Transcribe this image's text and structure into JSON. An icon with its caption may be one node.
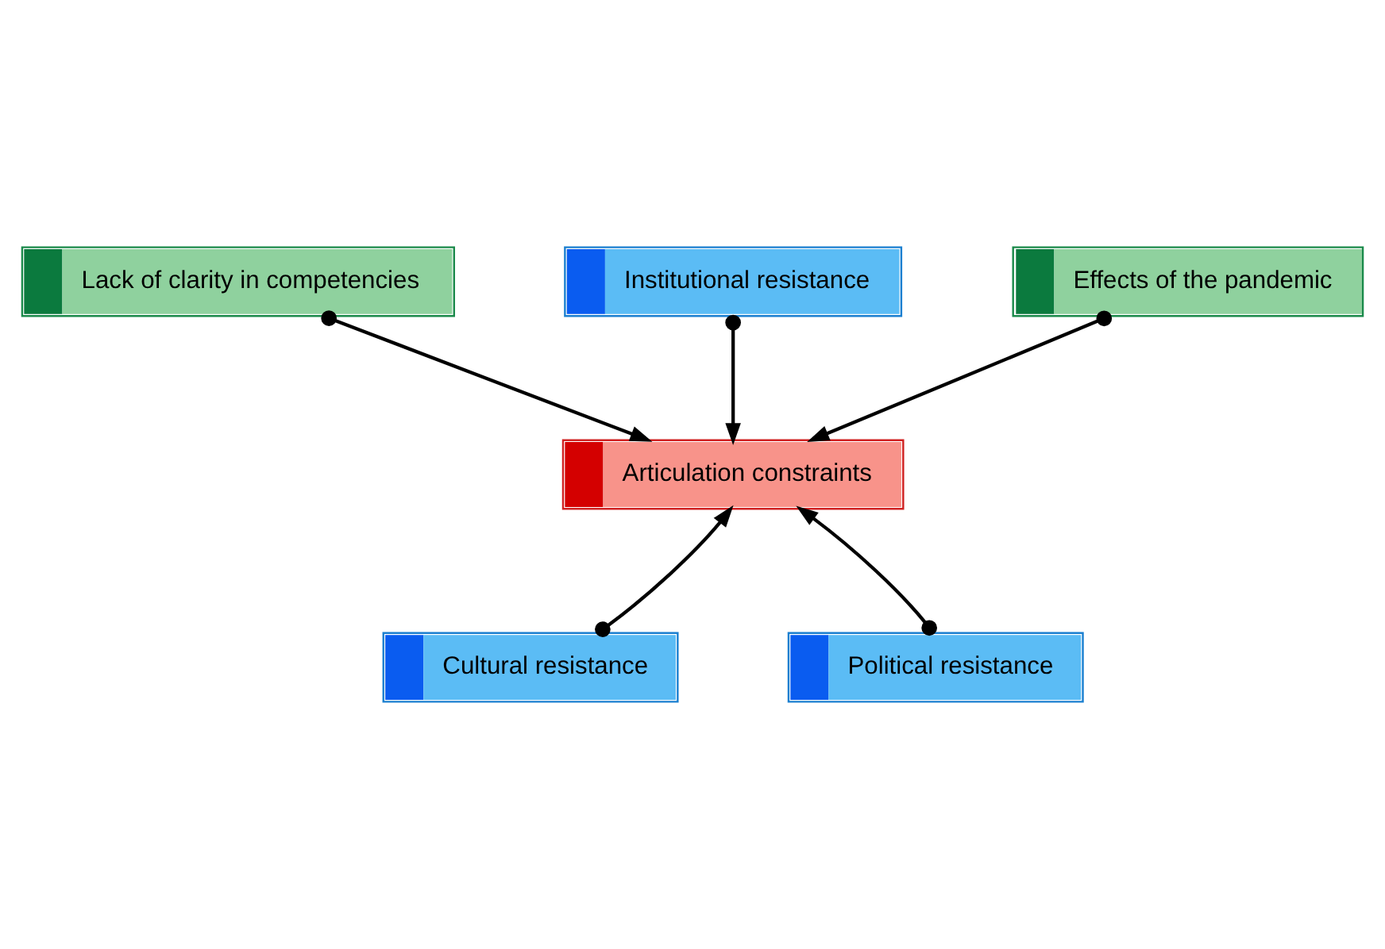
{
  "diagram": {
    "nodes": [
      {
        "text": [
          "Lack of clarity in competencies"
        ]
      },
      {
        "text": [
          "Institutional resistance"
        ]
      },
      {
        "text": [
          "Effects of the pandemic"
        ]
      },
      {
        "text": [
          "Articulation constraints"
        ]
      },
      {
        "text": [
          "Cultural resistance"
        ]
      },
      {
        "text": [
          "Political resistance"
        ]
      }
    ],
    "edges": [
      {
        "from": 0,
        "to": 3,
        "arrow": "to"
      },
      {
        "from": 1,
        "to": 3,
        "arrow": "to"
      },
      {
        "from": 2,
        "to": 3,
        "arrow": "to"
      },
      {
        "from": 4,
        "to": 3,
        "arrow": "to"
      },
      {
        "from": 5,
        "to": 3,
        "arrow": "to"
      }
    ]
  }
}
